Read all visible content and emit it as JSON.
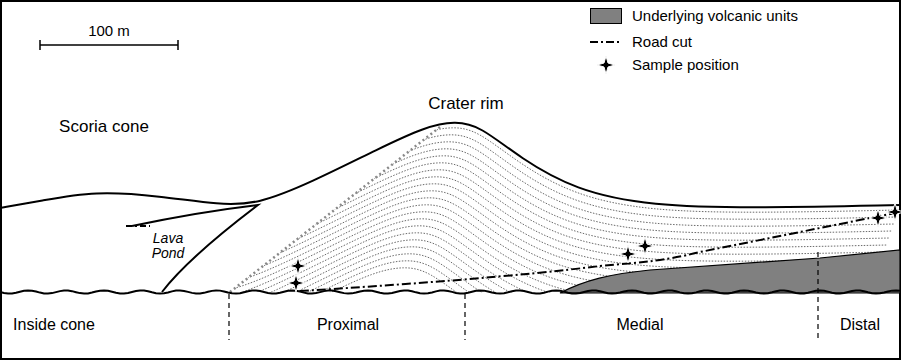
{
  "diagram": {
    "labels": [
      "100 m",
      "Crater rim",
      "Scoria cone",
      "Lava Pond",
      "Inside cone",
      "Proximal",
      "Medial",
      "Distal"
    ],
    "legend": [
      {
        "text": "Underlying volcanic units",
        "color": "#808080"
      },
      {
        "text": "Road cut"
      },
      {
        "text": "Sample position"
      }
    ]
  }
}
